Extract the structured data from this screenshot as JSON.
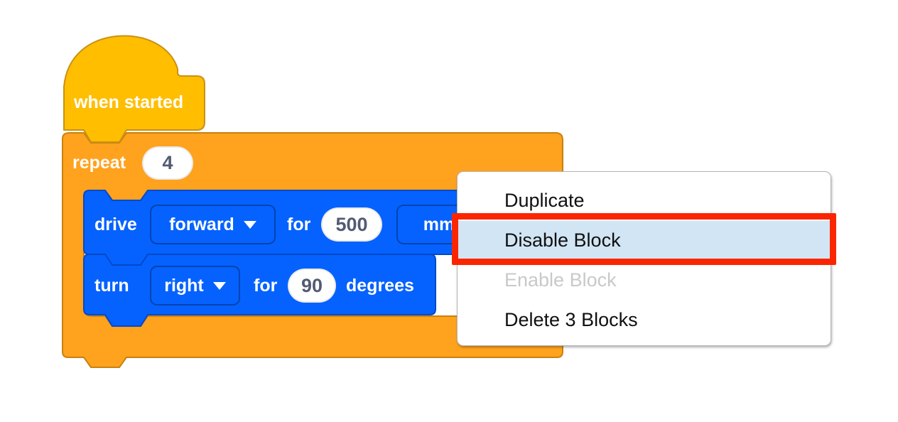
{
  "blocks": {
    "hat": {
      "label": "when started",
      "fill": "#FFBE00"
    },
    "repeat": {
      "label": "repeat",
      "count": "4",
      "fill": "#FFA21E"
    },
    "drive": {
      "label": "drive",
      "direction": "forward",
      "for_label": "for",
      "distance": "500",
      "unit": "mm",
      "fill": "#0562FE"
    },
    "turn": {
      "label": "turn",
      "direction": "right",
      "for_label": "for",
      "angle": "90",
      "unit_label": "degrees",
      "fill": "#0562FE"
    }
  },
  "context_menu": {
    "items": [
      {
        "label": "Duplicate",
        "state": "normal"
      },
      {
        "label": "Disable Block",
        "state": "highlighted"
      },
      {
        "label": "Enable Block",
        "state": "disabled"
      },
      {
        "label": "Delete 3 Blocks",
        "state": "normal"
      }
    ],
    "highlight_color": "#D1E5F4",
    "annotation_color": "#FA2600"
  }
}
